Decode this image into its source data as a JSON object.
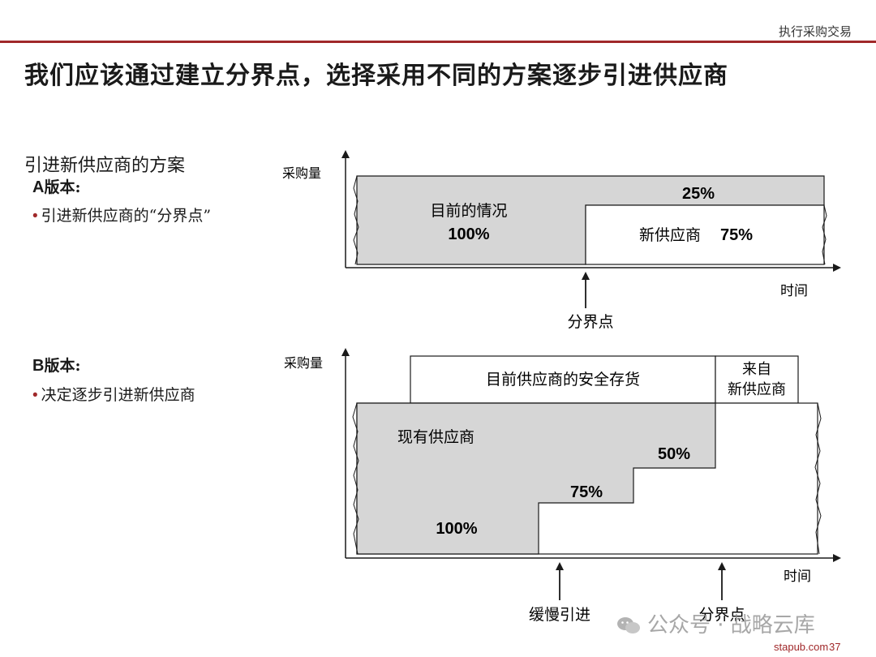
{
  "header": {
    "section_tag": "执行采购交易",
    "title": "我们应该通过建立分界点，选择采用不同的方案逐步引进供应商"
  },
  "left": {
    "heading": "引进新供应商的方案",
    "version_a": {
      "letter": "A",
      "label": "版本:",
      "bullet": "引进新供应商的“分界点”"
    },
    "version_b": {
      "letter": "B",
      "label": "版本:",
      "bullet": "决定逐步引进新供应商"
    }
  },
  "diagram_a": {
    "y_axis_label": "采购量",
    "x_axis_label": "时间",
    "current_label": "目前的情况",
    "current_pct": "100%",
    "remaining_pct": "25%",
    "new_supplier_label": "新供应商",
    "new_supplier_pct": "75%",
    "marker_label": "分界点"
  },
  "diagram_b": {
    "y_axis_label": "采购量",
    "x_axis_label": "时间",
    "safety_stock_label": "目前供应商的安全存货",
    "from_new_line1": "来自",
    "from_new_line2": "新供应商",
    "existing_label": "现有供应商",
    "step_100": "100%",
    "step_75": "75%",
    "step_50": "50%",
    "marker_slow_label": "缓慢引进",
    "marker_cut_label": "分界点"
  },
  "watermark": {
    "text": "公众号 · 战略云库",
    "icon": "wechat-icon"
  },
  "footer": {
    "page": "37",
    "site": "stapub.com"
  },
  "colors": {
    "accent": "#a0282a",
    "shade": "#d6d6d6",
    "ink": "#1a1a1a"
  }
}
